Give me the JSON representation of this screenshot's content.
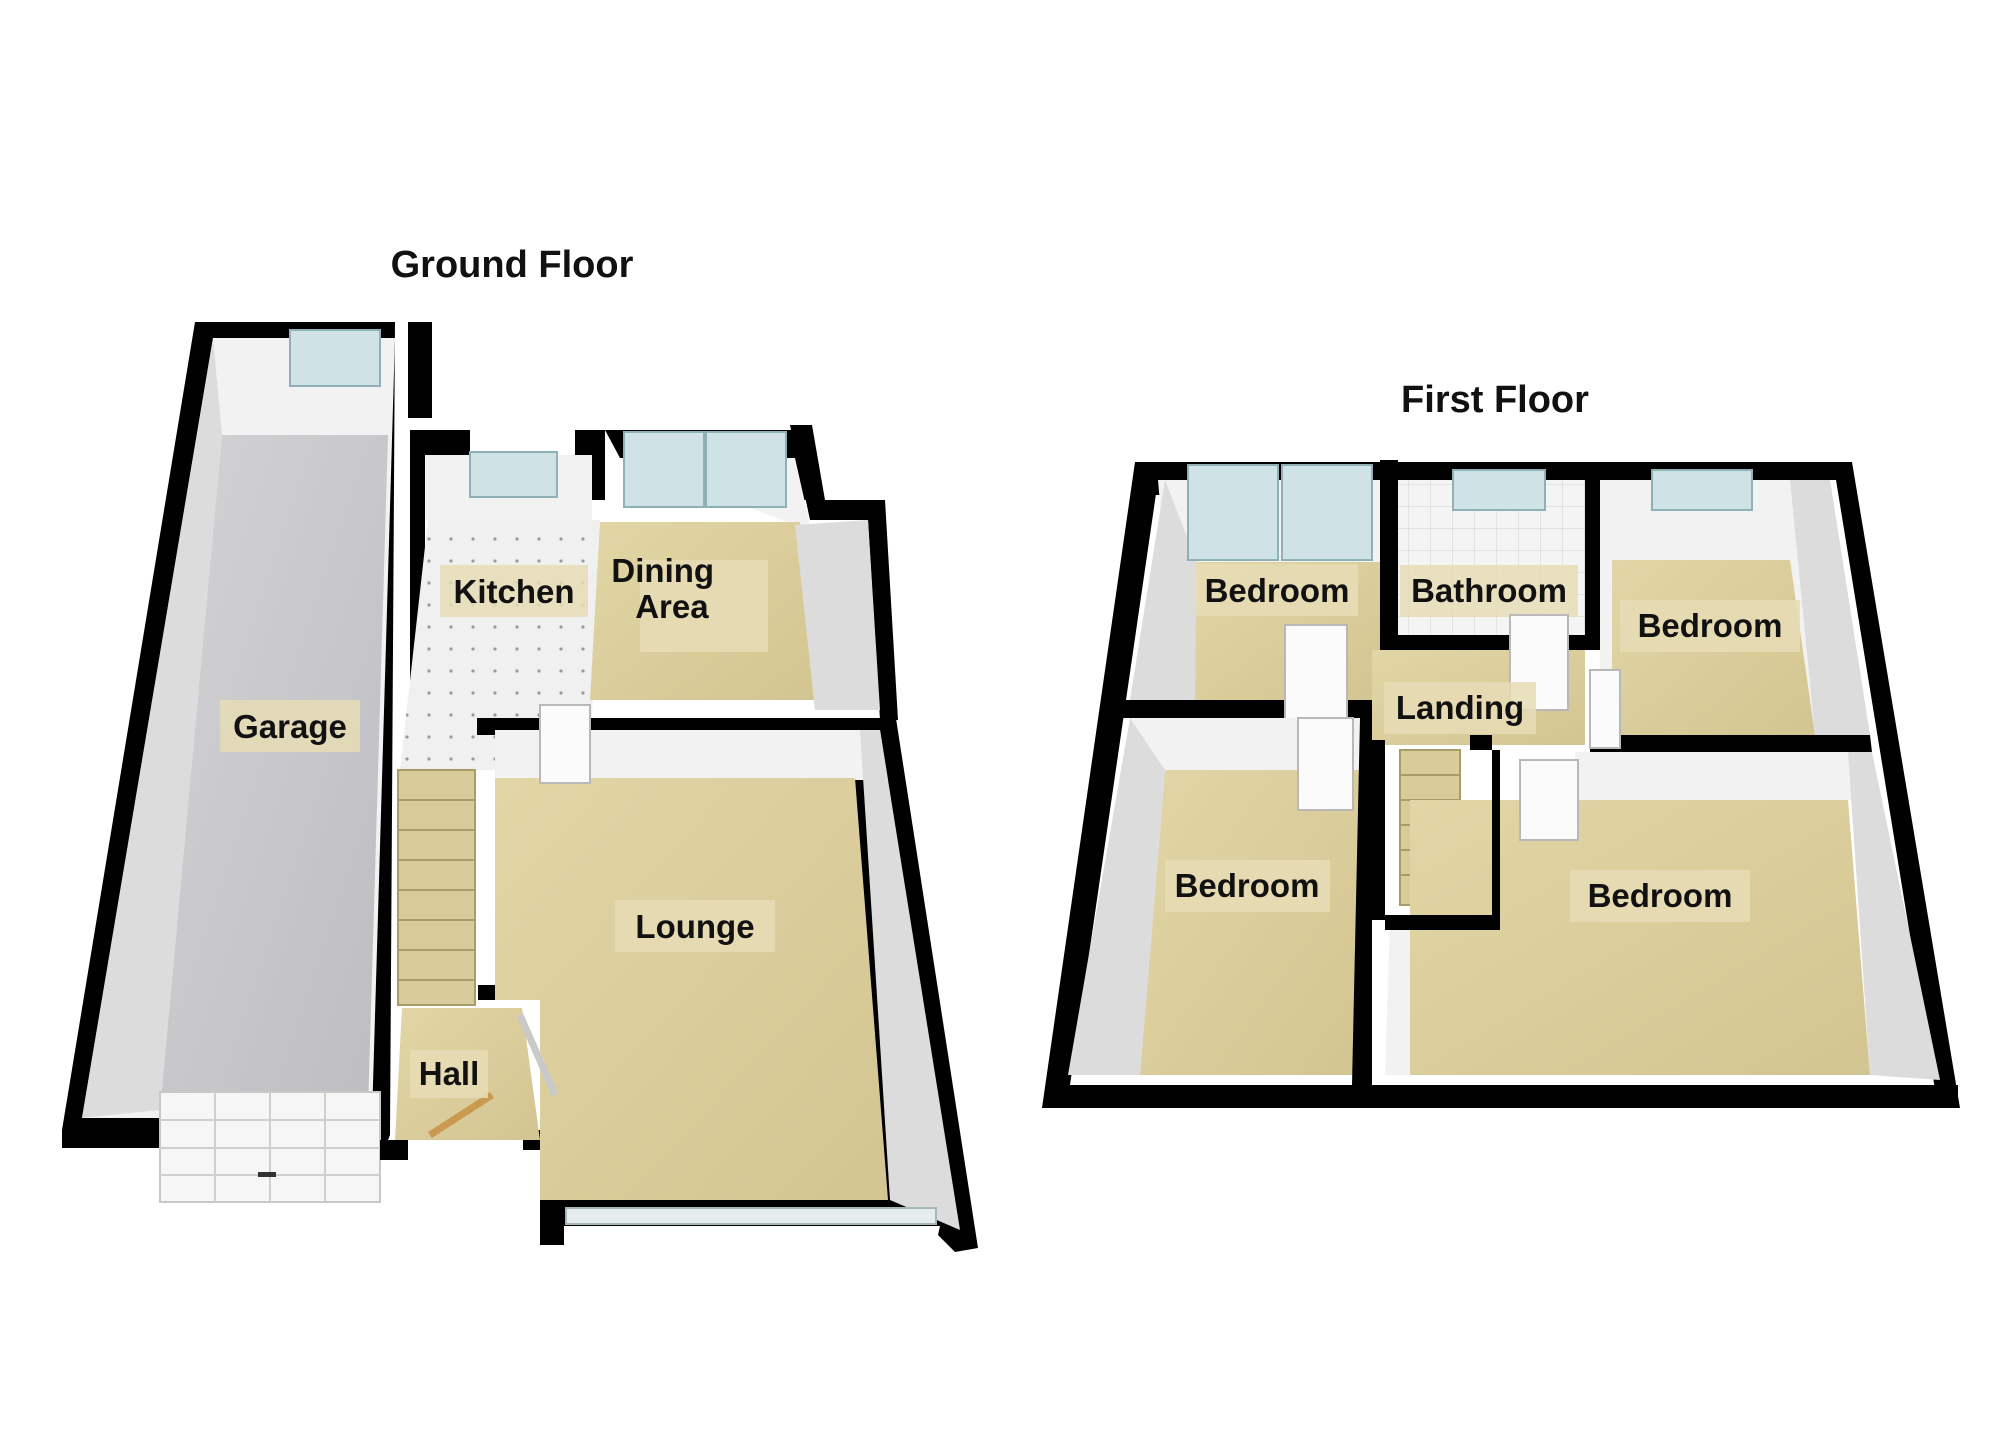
{
  "floors": [
    {
      "title": "Ground Floor",
      "rooms": [
        {
          "id": "garage",
          "label": "Garage"
        },
        {
          "id": "kitchen",
          "label": "Kitchen"
        },
        {
          "id": "dining",
          "label": "Dining\nArea"
        },
        {
          "id": "lounge",
          "label": "Lounge"
        },
        {
          "id": "hall",
          "label": "Hall"
        }
      ]
    },
    {
      "title": "First Floor",
      "rooms": [
        {
          "id": "bedroom-1",
          "label": "Bedroom"
        },
        {
          "id": "bathroom",
          "label": "Bathroom"
        },
        {
          "id": "bedroom-2",
          "label": "Bedroom"
        },
        {
          "id": "landing",
          "label": "Landing"
        },
        {
          "id": "bedroom-3",
          "label": "Bedroom"
        },
        {
          "id": "bedroom-4",
          "label": "Bedroom"
        }
      ]
    }
  ],
  "colors": {
    "wall": "#000000",
    "carpet": "#d9cc9c",
    "concrete": "#c9c9cc",
    "kitchen_floor": "#eeeeee",
    "window": "#cfe3e6"
  }
}
